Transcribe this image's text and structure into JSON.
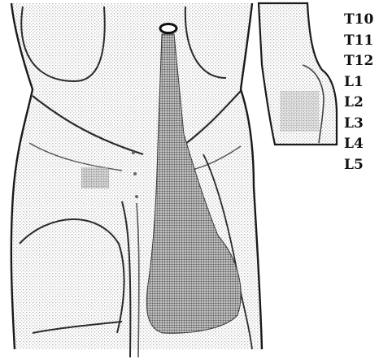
{
  "figure": {
    "dermatome_labels": [
      "T10",
      "T11",
      "T12",
      "L1",
      "L2",
      "L3",
      "L4",
      "L5"
    ],
    "colors": {
      "outline": "#1a1a1a",
      "dotted_area": "#8a8a8a",
      "light_texture": "#cfcfcf",
      "background": "#ffffff"
    }
  }
}
